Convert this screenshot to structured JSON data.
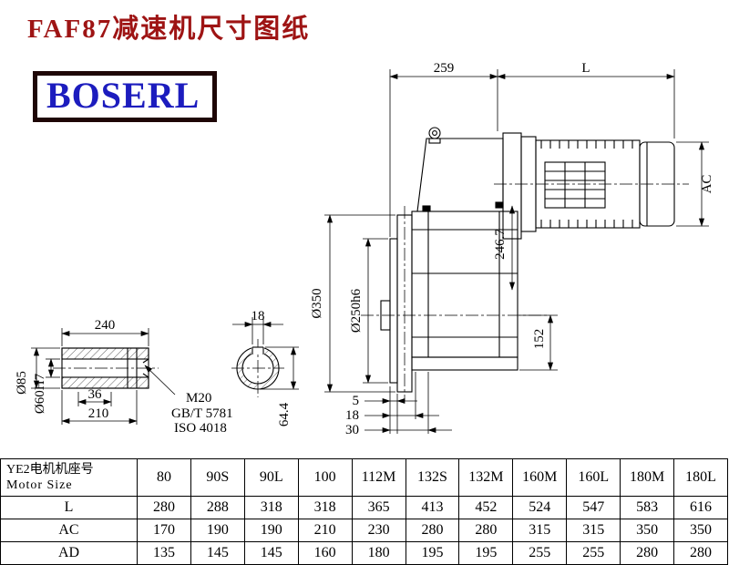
{
  "title": "FAF87减速机尺寸图纸",
  "logo": {
    "text": "BOSERL"
  },
  "drawing": {
    "labels": {
      "overall_259": "259",
      "motor_length": "L",
      "motor_ac": "AC",
      "flange_od": "Ø350",
      "spigot_dia": "Ø250h6",
      "center_height": "246.7",
      "base_height": "152",
      "face_offset_5": "5",
      "face_offset_18": "18",
      "face_offset_30": "30",
      "shaft_total": "240",
      "keyway_width": "18",
      "hub_od": "Ø85",
      "bore_dia": "Ø60H7",
      "bore_step": "36",
      "bore_length": "210",
      "keyway_height": "64.4",
      "tap_spec": "M20",
      "bolt_std_gb": "GB/T 5781",
      "bolt_std_iso": "ISO 4018"
    }
  },
  "table": {
    "header_cn": "YE2电机机座号",
    "header_en": "Motor Size",
    "frames": [
      "80",
      "90S",
      "90L",
      "100",
      "112M",
      "132S",
      "132M",
      "160M",
      "160L",
      "180M",
      "180L"
    ],
    "rows": [
      {
        "label": "L",
        "values": [
          "280",
          "288",
          "318",
          "318",
          "365",
          "413",
          "452",
          "524",
          "547",
          "583",
          "616"
        ]
      },
      {
        "label": "AC",
        "values": [
          "170",
          "190",
          "190",
          "210",
          "230",
          "280",
          "280",
          "315",
          "315",
          "350",
          "350"
        ]
      },
      {
        "label": "AD",
        "values": [
          "135",
          "145",
          "145",
          "160",
          "180",
          "195",
          "195",
          "255",
          "255",
          "280",
          "280"
        ]
      }
    ]
  }
}
